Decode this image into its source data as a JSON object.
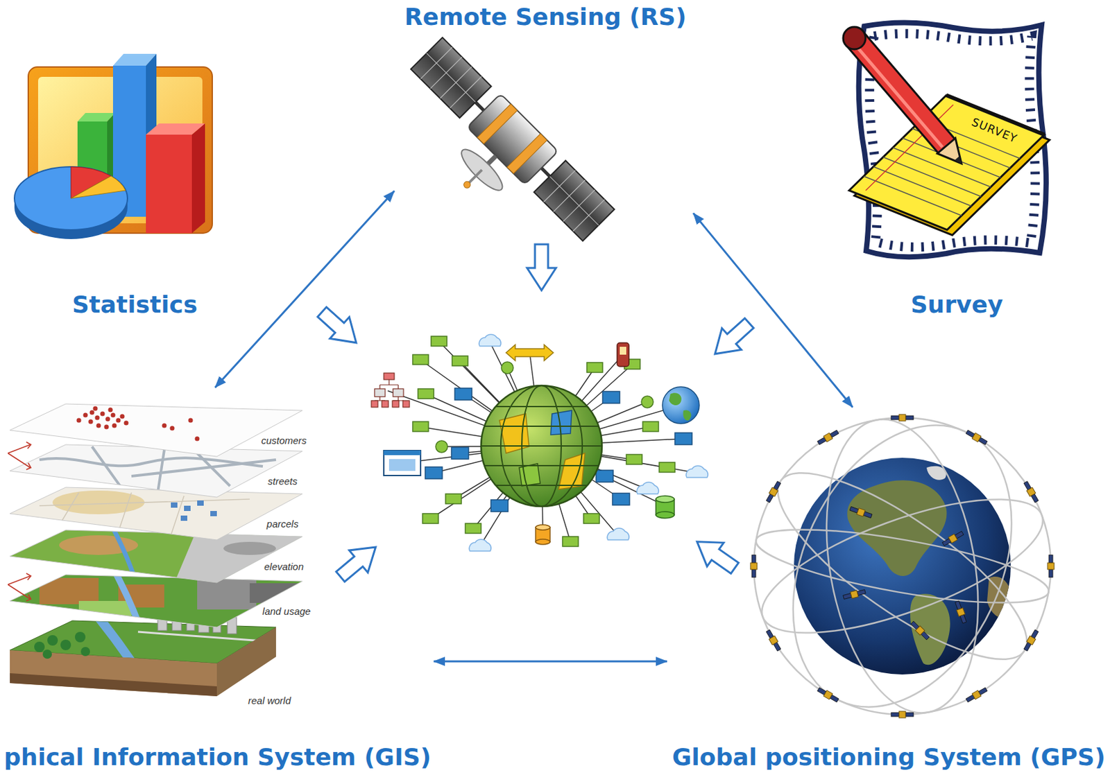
{
  "diagram": {
    "nodes": [
      {
        "text": [
          "Remote Sensing (RS)"
        ]
      },
      {
        "text": [
          "Statistics"
        ]
      },
      {
        "text": [
          "Survey"
        ]
      },
      {
        "text": [
          "phical Information System (GIS)"
        ]
      },
      {
        "text": [
          "Global positioning System (GPS)"
        ]
      }
    ],
    "edges": [
      {
        "from": 0,
        "to": 3,
        "arrow": "both"
      },
      {
        "from": 0,
        "to": 4,
        "arrow": "both"
      },
      {
        "from": 3,
        "to": 4,
        "arrow": "both"
      }
    ],
    "labels": [
      "SURVEY",
      "customers",
      "streets",
      "parcels",
      "elevation",
      "land usage",
      "real world"
    ]
  }
}
